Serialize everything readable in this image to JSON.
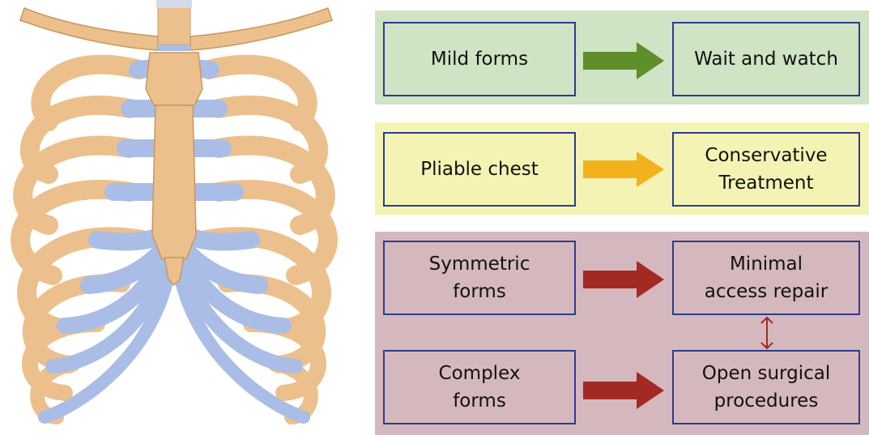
{
  "colors": {
    "green_panel": "#cfe3c5",
    "yellow_panel": "#f4f3b4",
    "red_panel": "#d5b8bd",
    "green_arrow": "#5e8f2b",
    "yellow_arrow": "#f2b21e",
    "red_arrow": "#a32a22",
    "box_border": "#2a3d8f",
    "bone": "#ecc08c",
    "cartilage": "#a9bde6"
  },
  "illustration": {
    "icon": "rib-cage-illustration"
  },
  "rows": {
    "mild": {
      "condition": "Mild forms",
      "treatment": "Wait and watch",
      "arrow_icon": "right-arrow-icon"
    },
    "pliable": {
      "condition": "Pliable chest",
      "treatment": "Conservative\nTreatment",
      "arrow_icon": "right-arrow-icon"
    },
    "symmetric": {
      "condition": "Symmetric\nforms",
      "treatment": "Minimal\naccess repair",
      "arrow_icon": "right-arrow-icon"
    },
    "complex": {
      "condition": "Complex\nforms",
      "treatment": "Open surgical\nprocedures",
      "arrow_icon": "right-arrow-icon"
    }
  },
  "connector_icon": "double-headed-arrow-icon"
}
